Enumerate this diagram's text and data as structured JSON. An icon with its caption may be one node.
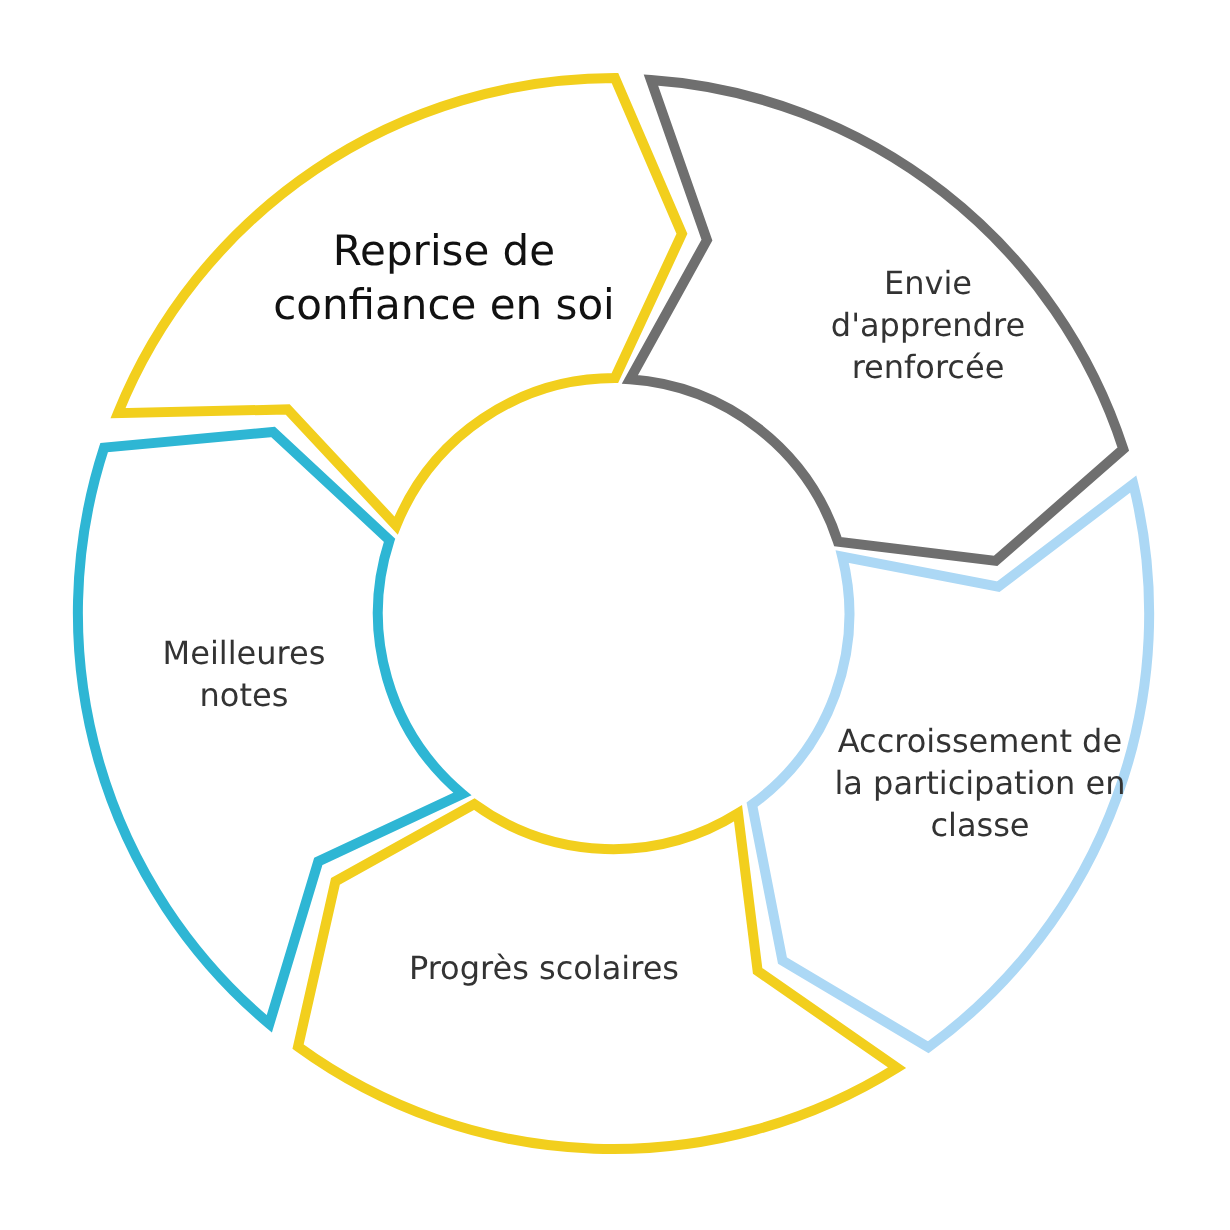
{
  "diagram": {
    "nodes": [
      {
        "text": [
          "Reprise de confiance en soi"
        ]
      },
      {
        "text": [
          "Envie d'apprendre renforcée"
        ]
      },
      {
        "text": [
          "Accroissement de la participation en classe"
        ]
      },
      {
        "text": [
          "Progrès scolaires"
        ]
      },
      {
        "text": [
          "Meilleures notes"
        ]
      }
    ]
  }
}
